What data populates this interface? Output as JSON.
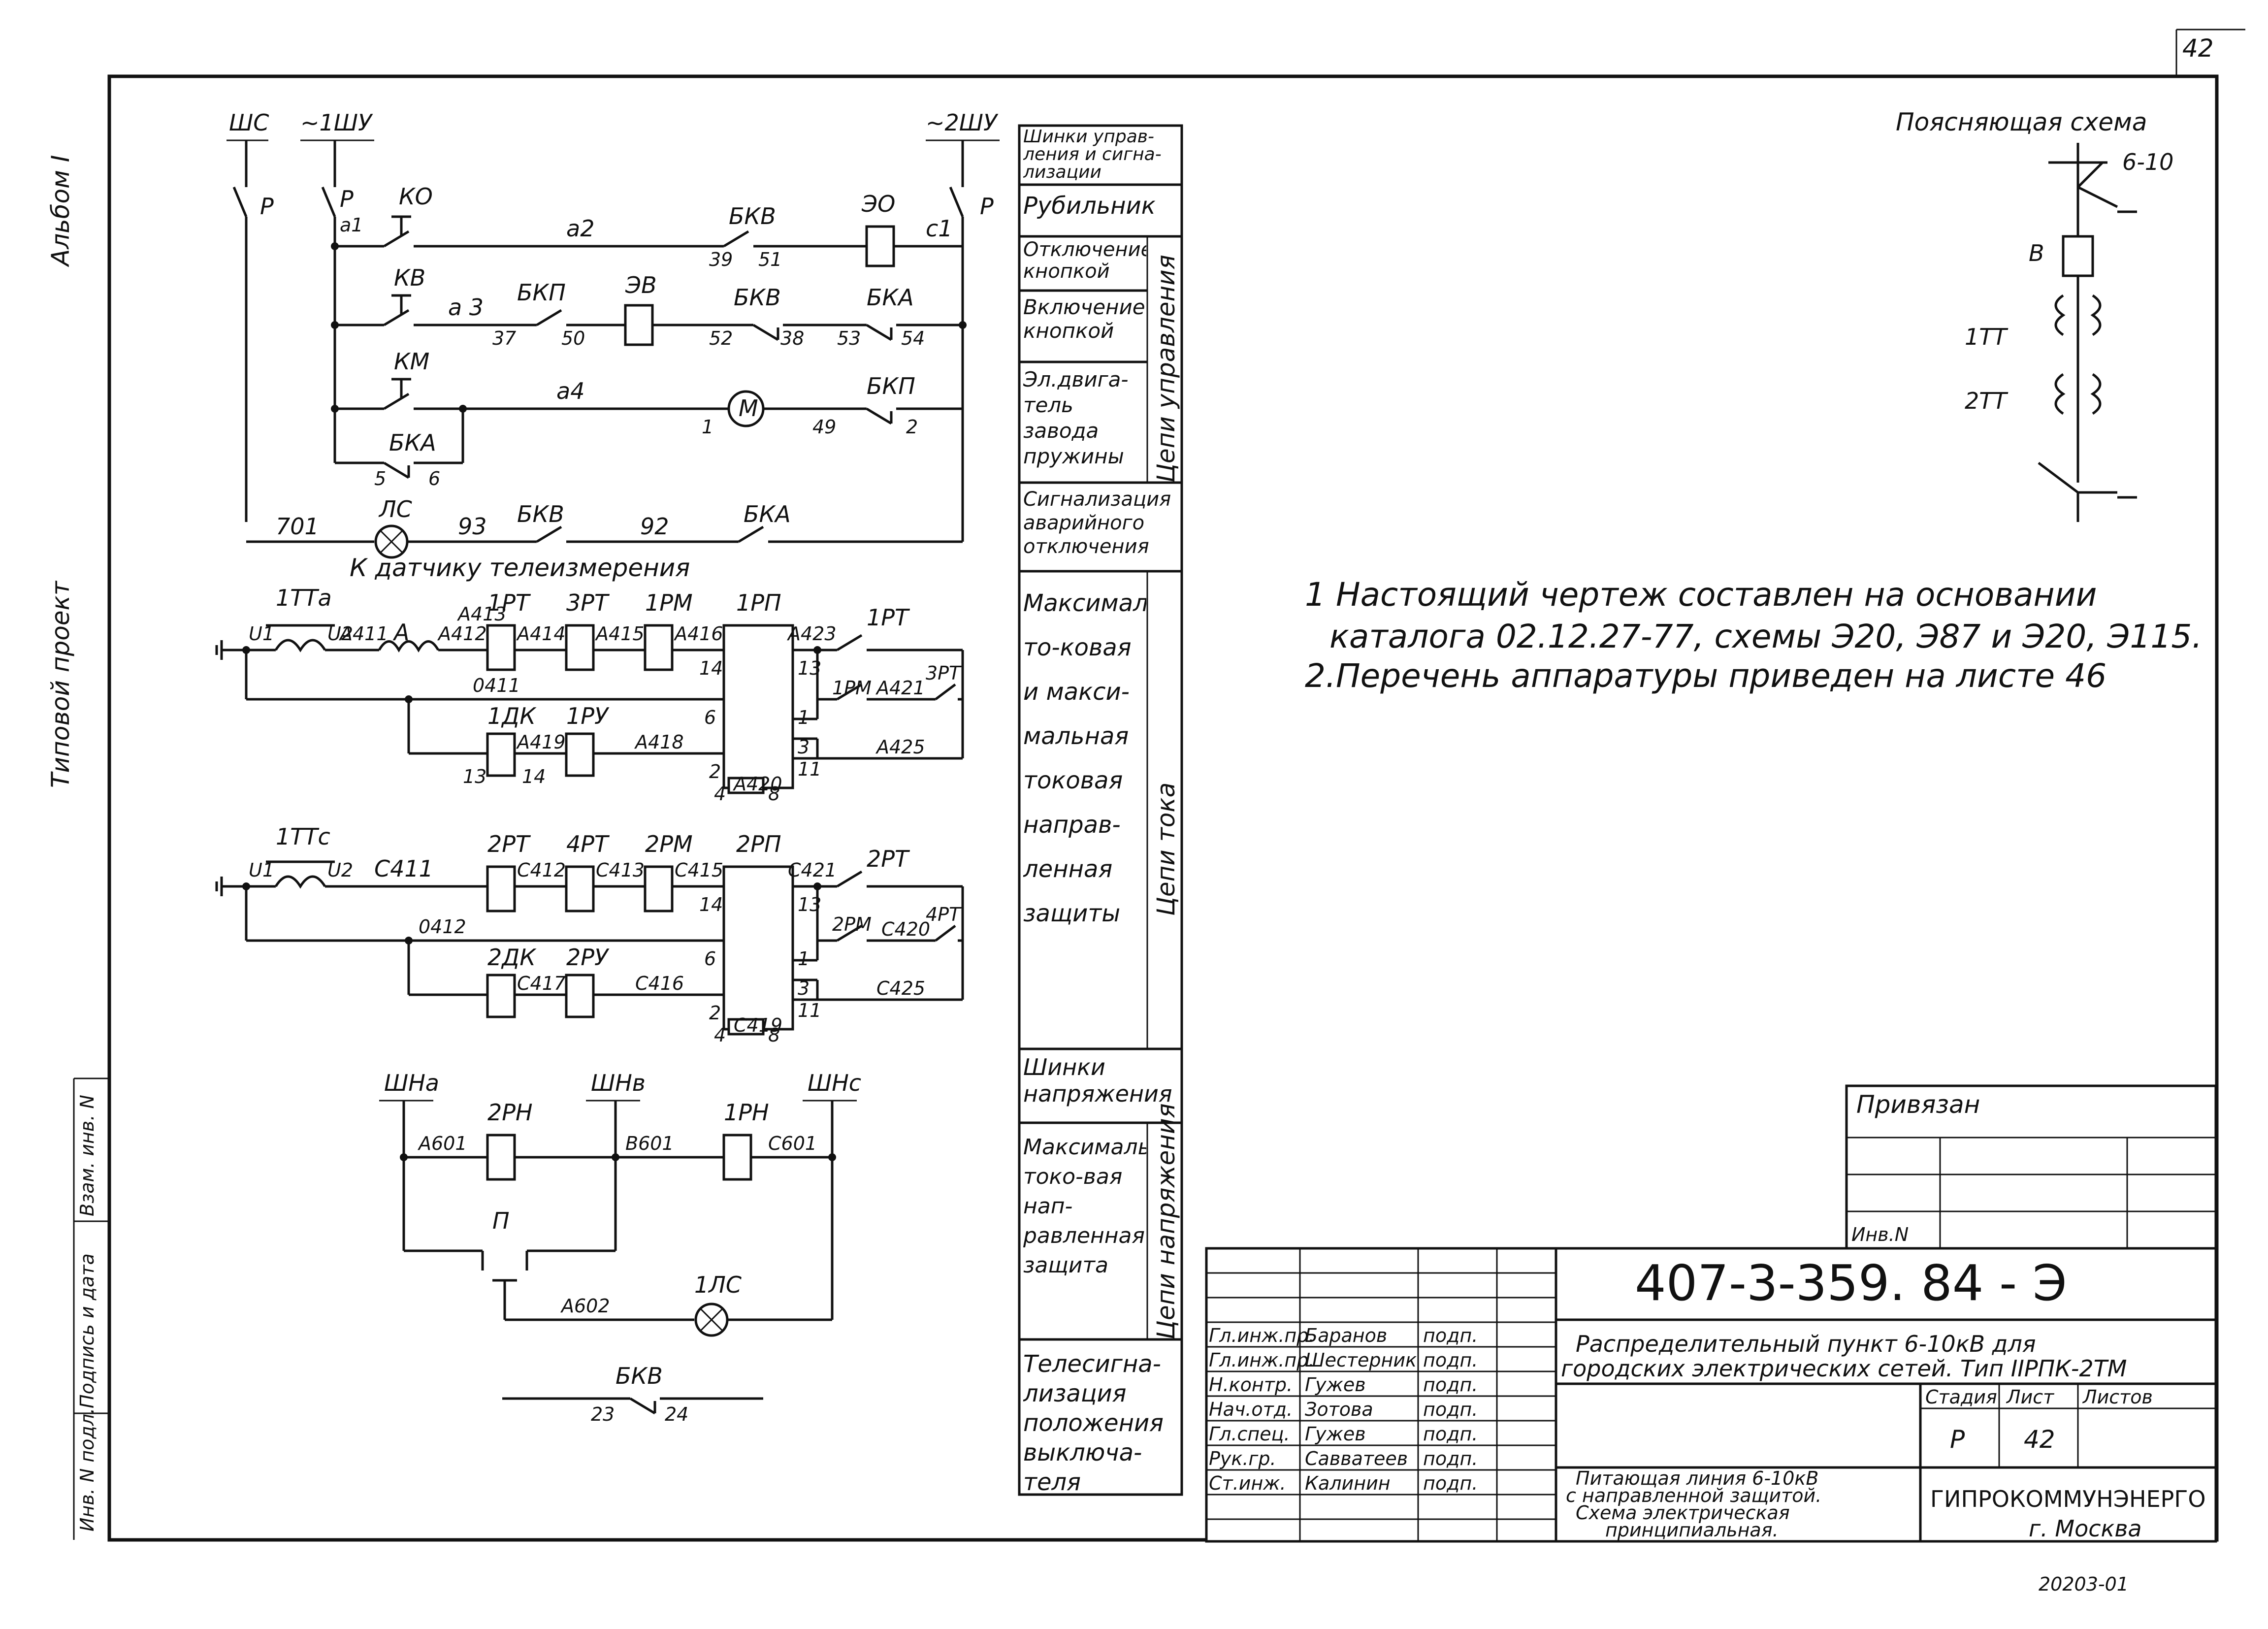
{
  "sheet": {
    "number": "42",
    "stamp": "407-3-359. 84 - Э"
  },
  "frame": {
    "left_margin": {
      "archive": "Типовой проект",
      "album": "Альбом I",
      "inv_podl": "Инв. N подл.",
      "podpis": "Подпись и дата",
      "vzam": "Взам. инв. N"
    }
  },
  "busbars": {
    "shs": "ШС",
    "bus1": "~1ШУ",
    "bus2": "~2ШУ",
    "sha": "ШНа",
    "shb": "ШНв",
    "shc": "ШНс"
  },
  "circuit": {
    "p": "Р",
    "ko": "КО",
    "kv": "КВ",
    "km": "КМ",
    "eo": "ЭО",
    "ev": "ЭВ",
    "bkv": "БКВ",
    "bkp": "БКП",
    "bka": "БКА",
    "ls": "ЛС",
    "m": "М",
    "a1": "а1",
    "a2": "а2",
    "a3": "а 3",
    "a4": "а4",
    "c1": "с1",
    "n39": "39",
    "n51": "51",
    "n37": "37",
    "n50": "50",
    "n52": "52",
    "n38": "38",
    "n53": "53",
    "n54": "54",
    "n1": "1",
    "n49": "49",
    "n2": "2",
    "n5": "5",
    "n6": "6",
    "w701": "701",
    "w93": "93",
    "w92": "92",
    "telemetry": "К датчику телеизмерения",
    "tta": "1ТТа",
    "ttc": "1ТТс",
    "ammeter": "А",
    "rt1": "1РТ",
    "rt3": "3РТ",
    "rm1": "1РМ",
    "rp1": "1РП",
    "rt1b": "1РТ",
    "rm1b": "1РМ",
    "rt3b": "3РТ",
    "dk1": "1ДК",
    "ru1": "1РУ",
    "a411": "А411",
    "a412": "А412",
    "a413": "А413",
    "a414": "А414",
    "a415": "А415",
    "a416": "А416",
    "a423": "А423",
    "a421": "А421",
    "a419": "А419",
    "a418": "А418",
    "a420": "А420",
    "a425": "А425",
    "o411": "0411",
    "u1": "U1",
    "u2": "U2",
    "u1c": "U1",
    "u2c": "U2",
    "p13": "13",
    "p14": "14",
    "p6": "6",
    "p1": "1",
    "p3": "3",
    "p11": "11",
    "p2": "2",
    "p4": "4",
    "p8": "8",
    "rt2": "2РТ",
    "rt4": "4РТ",
    "rm2": "2РМ",
    "rp2": "2РП",
    "rt2b": "2РТ",
    "rm2b": "2РМ",
    "rt4b": "4РТ",
    "dk2": "2ДК",
    "ru2": "2РУ",
    "c411": "С411",
    "c412": "С412",
    "c413": "С413",
    "c415": "С415",
    "c421": "С421",
    "c420": "С420",
    "c417": "С417",
    "c416": "С416",
    "c425": "С425",
    "c419": "С419",
    "o412": "0412",
    "rn2": "2РН",
    "rn1": "1РН",
    "a601": "А601",
    "b601": "В601",
    "c601": "С601",
    "a602": "А602",
    "pp": "П",
    "lc1": "1ЛС",
    "bkv2": "БКВ",
    "n23": "23",
    "n24": "24"
  },
  "functions": {
    "f1": "Шинки управ-ления и сигна-лизации",
    "f2": "Рубильник",
    "f3": "Отключение кнопкой",
    "f4": "Включение кнопкой",
    "f5": "Эл.двига-тель завода пружины",
    "f6": "Сигнализация аварийного отключения",
    "f7": "Максимальная то-ковая и макси-мальная токовая направ-ленная защиты",
    "f8": "Шинки напряжения",
    "f9": "Максимальная токо-вая нап-равленная защита",
    "f10": "Телесигна-лизация положения выключа-теля",
    "g1": "Цепи управления",
    "g2": "Цепи тока",
    "g3": "Цепи напряжения"
  },
  "explain": {
    "title": "Поясняющая схема",
    "voltage": "6-10",
    "breaker": "В",
    "ct1": "1ТТ",
    "ct2": "2ТТ"
  },
  "notes": [
    "1 Настоящий чертеж составлен на основании",
    "каталога 02.12.27-77, схемы Э20, Э87 и Э20, Э115.",
    "2.Перечень аппаратуры приведен на листе 46"
  ],
  "title_block": {
    "privyazan": "Привязан",
    "inv": "Инв.N",
    "code": "407-3-359. 84 - Э",
    "title1": "Распределительный пункт 6-10кВ для",
    "title2": "городских электрических сетей. Тип IIРПК-2ТМ",
    "stage_h": "Стадия",
    "sheet_h": "Лист",
    "sheets_h": "Листов",
    "stage": "Р",
    "sheet": "42",
    "desc": [
      "Питающая линия 6-10кВ",
      "с направленной защитой.",
      "Схема электрическая",
      "принципиальная."
    ],
    "org1": "ГИПРОКОММУНЭНЕРГО",
    "org2": "г. Москва",
    "roles": [
      "Гл.инж.пр.",
      "Гл.инж.пр.",
      "Н.контр.",
      "Нач.отд.",
      "Гл.спец.",
      "Рук.гр.",
      "Ст.инж."
    ],
    "names": [
      "Баранов",
      "Шестерник",
      "Гужев",
      "Зотова",
      "Гужев",
      "Савватеев",
      "Калинин"
    ],
    "signs": [
      "подп.",
      "подп.",
      "подп.",
      "подп.",
      "подп.",
      "подп.",
      "подп."
    ]
  },
  "footer": "20203-01"
}
